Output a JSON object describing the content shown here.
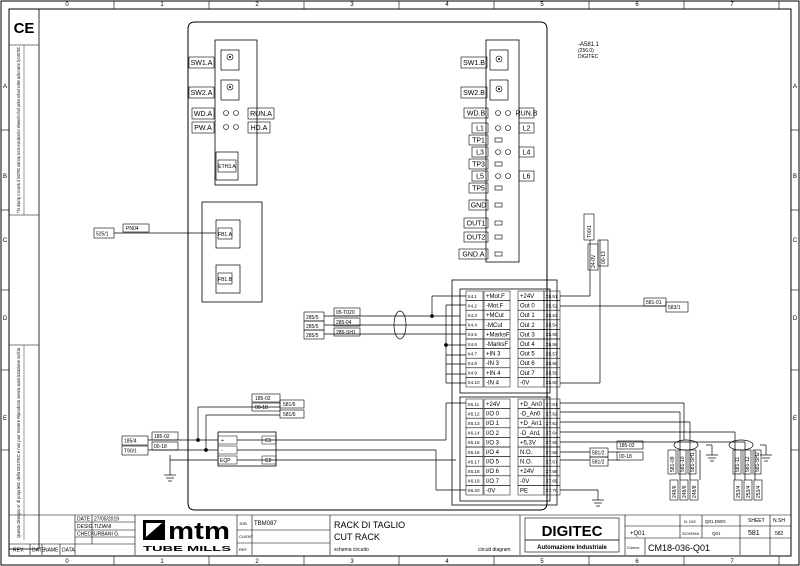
{
  "frame": {
    "col_numbers": [
      "0",
      "1",
      "2",
      "3",
      "4",
      "5",
      "6",
      "7"
    ],
    "row_letters": [
      "A",
      "B",
      "C",
      "D",
      "E"
    ]
  },
  "side_notes": {
    "ce_mark": "CE",
    "copyright_en": "This drawing is property of DIGITEC and may not be reproduced or released to third parties without written authorization by DIGITEC",
    "copyright_it": "Questo Disegno e' di proprieta' della DIGITEC e non puo' Essere Riprodotto senza autorizzazione scritta"
  },
  "module_a": {
    "buttons": [
      "SW1.A",
      "SW2.A"
    ],
    "leds": [
      {
        "left": "WD.A",
        "right": "RUN.A"
      },
      {
        "left": "PW.A",
        "right": "HD.A"
      }
    ],
    "eth_port": "ETH3.A",
    "fieldbus_ports": [
      "FB1.A",
      "FB1.B"
    ]
  },
  "module_b": {
    "buttons": [
      "SW1.B",
      "SW2.B"
    ],
    "leds": [
      {
        "left": "WD.B",
        "right": "RUN.B"
      },
      {
        "left": "L1",
        "right": "L2"
      },
      {
        "left": "TP1",
        "right": ""
      },
      {
        "left": "L3",
        "right": "L4"
      },
      {
        "left": "TP3",
        "right": ""
      },
      {
        "left": "L5",
        "right": "L6"
      },
      {
        "left": "TP5",
        "right": ""
      },
      {
        "left": "GND",
        "right": ""
      },
      {
        "left": "OUT1",
        "right": ""
      },
      {
        "left": "OUT2",
        "right": ""
      },
      {
        "left": "GND.A",
        "right": ""
      }
    ],
    "ref": [
      "-A581.1",
      "(256.0)",
      "DIGITEC"
    ]
  },
  "io_block_1": {
    "rows": [
      {
        "pin": "X4.1",
        "in": "+Mot.F",
        "out": "+24V",
        "term": "X5.51"
      },
      {
        "pin": "X4.2",
        "in": "-Mot.F",
        "out": "Out 0",
        "term": "X5.52"
      },
      {
        "pin": "X4.3",
        "in": "+MCut",
        "out": "Out 1",
        "term": "X5.53"
      },
      {
        "pin": "X4.4",
        "in": "-MCut",
        "out": "Out 2",
        "term": "X5.54"
      },
      {
        "pin": "X4.5",
        "in": "+MarksF",
        "out": "Out 3",
        "term": "X5.55"
      },
      {
        "pin": "X4.6",
        "in": "-MarksF",
        "out": "Out 4",
        "term": "X5.56"
      },
      {
        "pin": "X4.7",
        "in": "+IN 3",
        "out": "Out 5",
        "term": "X5.57"
      },
      {
        "pin": "X4.8",
        "in": "-IN 3",
        "out": "Out 6",
        "term": "X5.58"
      },
      {
        "pin": "X4.9",
        "in": "+IN 4",
        "out": "Out 7",
        "term": "X5.59"
      },
      {
        "pin": "X4.10",
        "in": "-IN 4",
        "out": "-0V",
        "term": "X5.60"
      }
    ]
  },
  "io_block_2": {
    "rows": [
      {
        "pin": "X6.11",
        "in": "+24V",
        "out": "+D_An0",
        "term": "X7.61"
      },
      {
        "pin": "X6.12",
        "in": "I/O 0",
        "out": "-D_An0",
        "term": "X7.62"
      },
      {
        "pin": "X6.13",
        "in": "I/O 1",
        "out": "+D_An1",
        "term": "X7.63"
      },
      {
        "pin": "X6.14",
        "in": "I/O 2",
        "out": "-D_An1",
        "term": "X7.64"
      },
      {
        "pin": "X6.15",
        "in": "I/O 3",
        "out": "+5,3V",
        "term": "X7.65"
      },
      {
        "pin": "X6.16",
        "in": "I/O 4",
        "out": "N.O.",
        "term": "X7.66"
      },
      {
        "pin": "X6.17",
        "in": "I/O 5",
        "out": "N.O.",
        "term": "X7.67"
      },
      {
        "pin": "X6.18",
        "in": "I/O 6",
        "out": "+24V",
        "term": "X7.68"
      },
      {
        "pin": "X6.19",
        "in": "I/O 7",
        "out": "-0V",
        "term": "X7.69"
      },
      {
        "pin": "X6.20",
        "in": "-0V",
        "out": "PE",
        "term": "X7.70"
      }
    ]
  },
  "wires": {
    "pn04_src": "525/1",
    "pn04_tag": "PN04",
    "mot_sources": [
      "285/5",
      "285/5",
      "285/5"
    ],
    "mot_tags": [
      "05-T020",
      "285-04",
      "285-SH1"
    ],
    "vert_tags": [
      "T00/1",
      "00-13",
      "24-0V"
    ],
    "out_ref_tag": "581-01",
    "out_ref_dest": "583/1",
    "pwr_tags_top": [
      "185-02",
      "00-18"
    ],
    "pwr_dests_top": [
      "581/6",
      "581/6"
    ],
    "pwr_sources": [
      "185/4",
      "T90/1"
    ],
    "pwr_tags": [
      "185-02",
      "00-18"
    ],
    "psu_pins": [
      "+",
      "-",
      "EQP"
    ],
    "psu_right": [
      "C1",
      "C2"
    ],
    "mid_sources": [
      "581/2",
      "581/2"
    ],
    "mid_tags": [
      "185-02",
      "00-18"
    ],
    "cable_a_tags": [
      "581-09",
      "581-10",
      "581-SH1"
    ],
    "cable_a_dests": [
      "248/6",
      "248/6",
      "248/8"
    ],
    "cable_b_tags": [
      "581-11",
      "581-12",
      "581-SH2"
    ],
    "cable_b_dests": [
      "253/4",
      "253/4",
      "253/4"
    ]
  },
  "title_block": {
    "date_label": "DATE",
    "date_val": "27/05/2019",
    "desig_label": "DESIG.",
    "desig_val": "TIZIANI",
    "check_label": "CHECK",
    "check_val": "URBANI G.",
    "rev_labels": [
      "REV.",
      "DATE",
      "NAME",
      "DATA"
    ],
    "logo_text": "mtm",
    "logo_sub": "TUBE MILLS",
    "job_label": "JOB",
    "job_val": "TBM087",
    "client_label": "CLIENT",
    "ref_label": "REF.",
    "title_1": "RACK DI TAGLIO",
    "title_2": "CUT RACK",
    "desc_it": "schema circuito",
    "desc_en": "circuit diagram",
    "company": "DIGITEC",
    "company_sub": "Automazione Industriale",
    "q_code": "+Q01",
    "dis_label": "N. DIS",
    "dis_val": "Q01.DWG",
    "schema_label": "SCHEMA",
    "schema_val": "Q01",
    "comm_label": "Comm.",
    "comm_val": "CM18-036-Q01",
    "sheet_label": "SHEET",
    "sheet_val": "581",
    "nsh_label": "N.SH",
    "nsh_val": "582"
  }
}
